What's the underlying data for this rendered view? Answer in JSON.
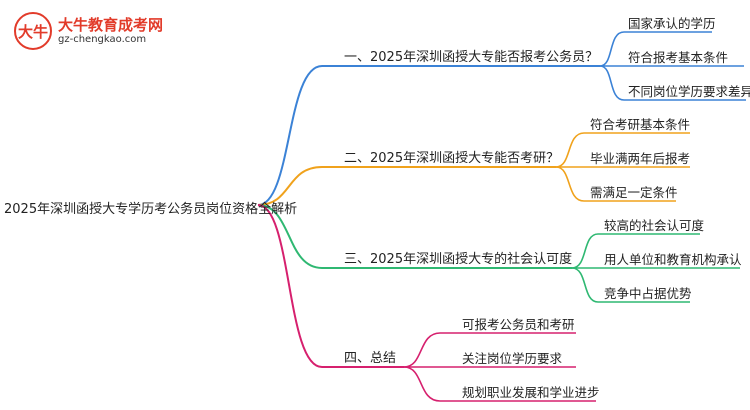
{
  "logo": {
    "mark": "大牛",
    "title": "大牛教育成考网",
    "url": "gz-chengkao.com"
  },
  "root": "2025年深圳函授大专学历考公务员岗位资格全解析",
  "branches": [
    {
      "label": "一、2025年深圳函授大专能否报考公务员？",
      "color": "#3b82d6",
      "children": [
        "国家承认的学历",
        "符合报考基本条件",
        "不同岗位学历要求差异"
      ]
    },
    {
      "label": "二、2025年深圳函授大专能否考研？",
      "color": "#f0a21c",
      "children": [
        "符合考研基本条件",
        "毕业满两年后报考",
        "需满足一定条件"
      ]
    },
    {
      "label": "三、2025年深圳函授大专的社会认可度",
      "color": "#2fb872",
      "children": [
        "较高的社会认可度",
        "用人单位和教育机构承认",
        "竞争中占据优势"
      ]
    },
    {
      "label": "四、总结",
      "color": "#d6206e",
      "children": [
        "可报考公务员和考研",
        "关注岗位学历要求",
        "规划职业发展和学业进步"
      ]
    }
  ]
}
